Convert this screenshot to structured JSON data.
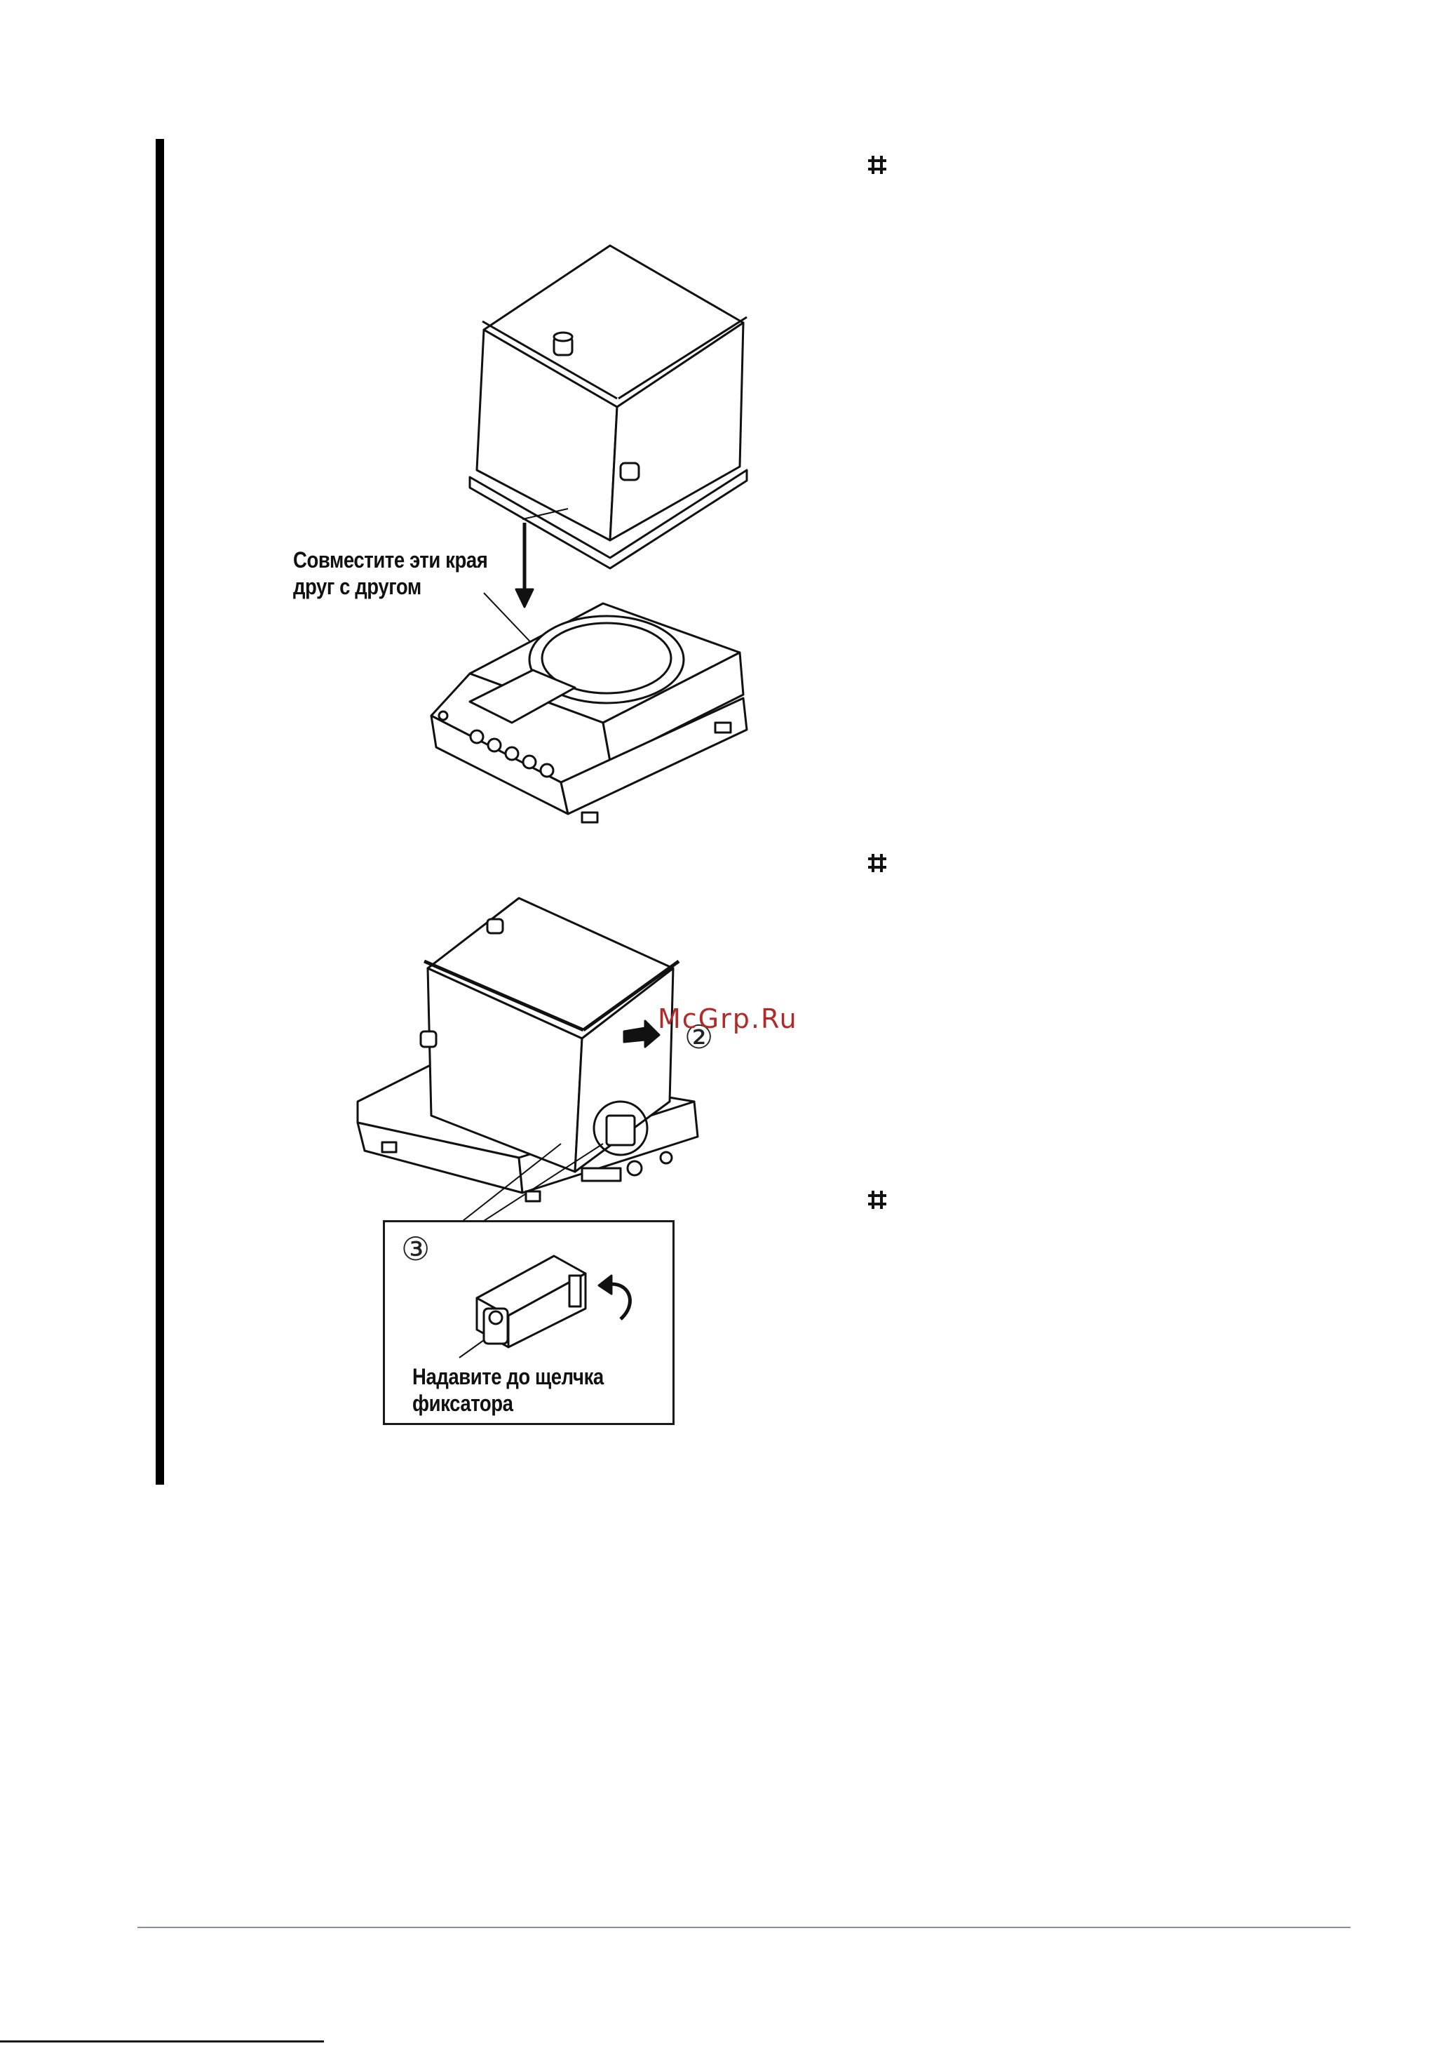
{
  "document": {
    "labels": {
      "align_edges_line1": "Совместите эти края",
      "align_edges_line2": "друг с другом",
      "press_click_line1": "Надавите до щелчка",
      "press_click_line2": "фиксатора"
    },
    "callout_number": "③",
    "step_number_2": "②",
    "watermark": "McGrp.Ru"
  },
  "icons": {
    "step_marker": "hash-marker-icon",
    "arrow_down": "arrow-down-icon",
    "arrow_right": "arrow-right-icon",
    "arrow_curved": "curved-arrow-icon"
  }
}
